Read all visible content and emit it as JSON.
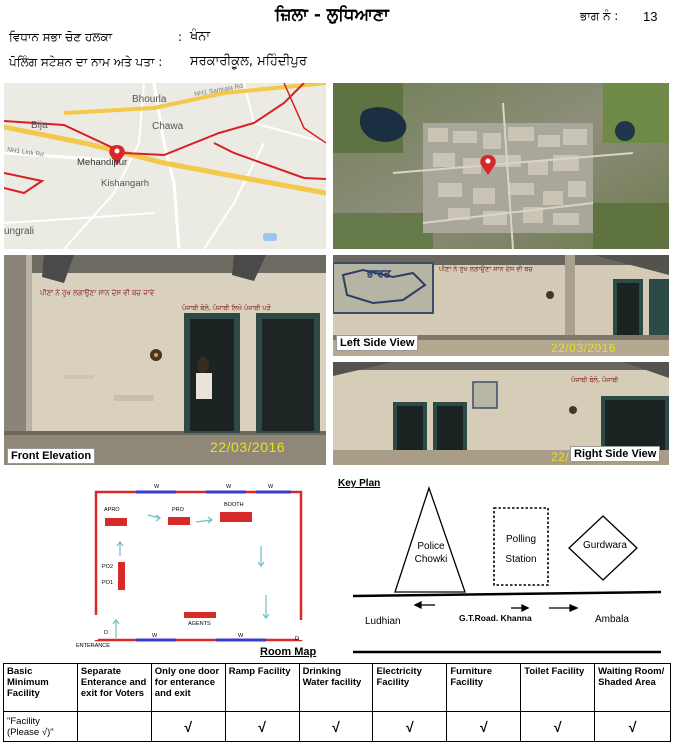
{
  "header": {
    "district": "ਜ਼ਿਲਾ - ਲੁਧਿਆਣਾ",
    "part_label": "ਭਾਗ ਨੰ :",
    "part_no": "13",
    "constituency_label": "ਵਿਧਾਨ ਸਭਾ ਚੋਣ ਹਲਕਾ",
    "constituency_sep": ":",
    "constituency_value": "ਖੰਨਾ",
    "station_label": "ਪੋਲਿੰਗ ਸਟੇਸ਼ਨ ਦਾ ਨਾਮ ਅਤੇ ਪਤਾ :",
    "station_value": "ਸਰਕਾਰੀਕੂਲ, ਮਹਿੰਦੀਪੁਰ"
  },
  "map": {
    "places": [
      "Bhourla",
      "Bija",
      "Chawa",
      "Mehandipur",
      "Kishangarh",
      "ungrali"
    ],
    "roads": [
      "NH1 Samrala Rd",
      "NH1 Link Rd"
    ]
  },
  "photos": {
    "front": {
      "caption": "Front Elevation",
      "date": "22/03/2016",
      "wall_text": "ਪੀਣਾਂ ਨੇ ਰੁਖ ਲਗਾਉਣਾ ਸਾਨ ਦੇਸ ਵੀ ਬਚ ਜਾਵੇ",
      "sign_text": "ਪੰਜਾਬੀ ਬੋਲੋ, ਪੰਜਾਬੀ ਲਿਖੋ ਪੰਜਾਬੀ ਪੜੋ"
    },
    "left": {
      "caption": "Left Side View",
      "date": "22/03/2016",
      "wall_text": "ਪੀਣਾਂ ਨੇ ਰੁਖ ਲਗਾਉਣਾ ਸਾਨ ਦੇਸ ਵੀ ਬਚ",
      "map_text": "ਭਾਰਤ"
    },
    "right": {
      "caption": "Right Side View",
      "date": "22/",
      "wall_text": "ਪੰਜਾਬੀ ਬੋਲੋ, ਪੰਜਾਬੀ"
    }
  },
  "room_map": {
    "caption": "Room Map",
    "labels": {
      "apro": "APRO",
      "pro": "PRO",
      "booth": "BOOTH",
      "po2": "PO2",
      "po1": "PO1",
      "agents": "AGENTS",
      "entrance": "ENTERANCE",
      "w": "W",
      "d": "D"
    }
  },
  "key_plan": {
    "title": "Key Plan",
    "police": [
      "Police",
      "Chowki"
    ],
    "polling": [
      "Polling",
      "Station"
    ],
    "gurdwara": "Gurdwara",
    "left_city": "Ludhian",
    "road": "G.T.Road. Khanna",
    "right_city": "Ambala"
  },
  "facilities": {
    "headers": [
      "Basic Minimum Facility",
      "Separate Enterance and exit for Voters",
      "Only one door for enterance and exit",
      "Ramp Facility",
      "Drinking Water facility",
      "Electricity Facility",
      "Furniture Facility",
      "Toilet Facility",
      "Waiting Room/ Shaded Area"
    ],
    "row_label": "\"Facility (Please √)\"",
    "values": [
      "",
      "√",
      "√",
      "√",
      "√",
      "√",
      "√",
      "√"
    ]
  }
}
